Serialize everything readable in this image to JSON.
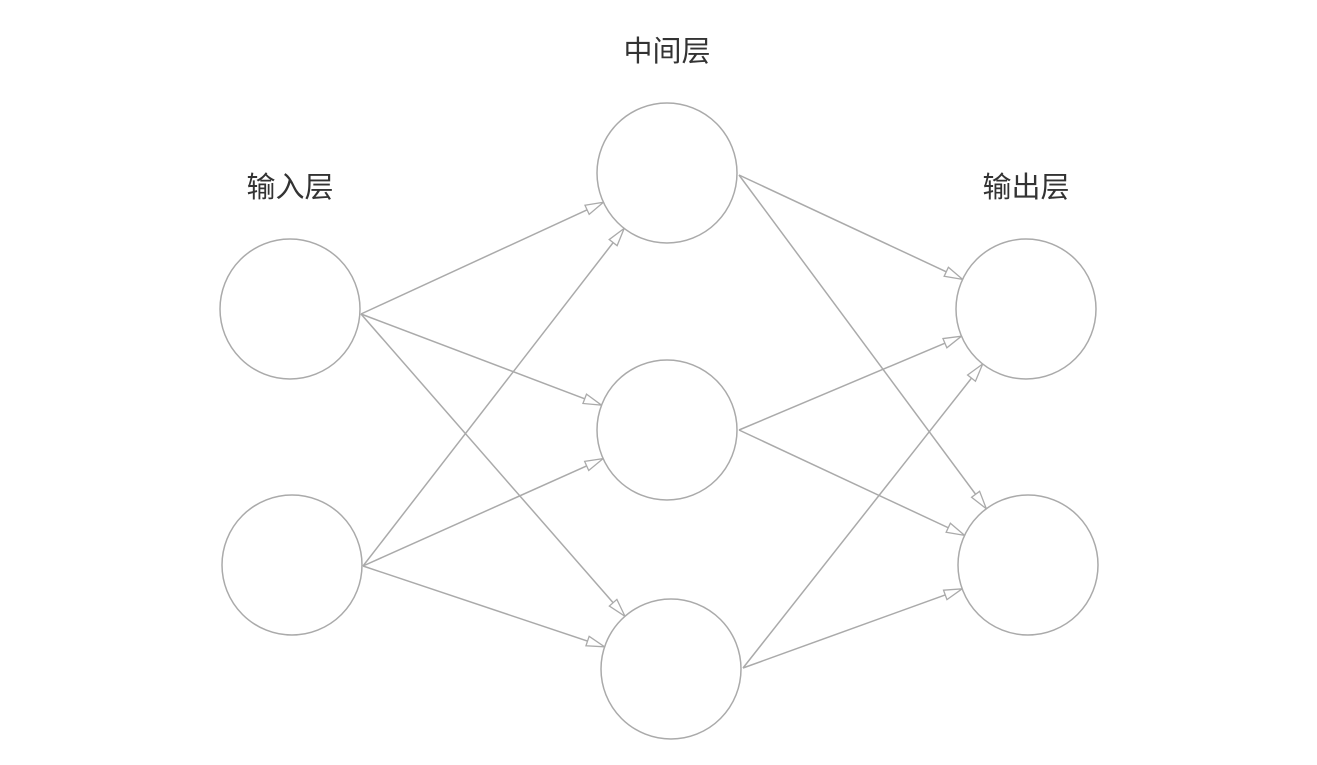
{
  "layers": {
    "input": {
      "label": "输入层",
      "node_count": 2
    },
    "hidden": {
      "label": "中间层",
      "node_count": 3
    },
    "output": {
      "label": "输出层",
      "node_count": 2
    }
  },
  "colors": {
    "stroke": "#aaaaaa",
    "text": "#333333"
  }
}
